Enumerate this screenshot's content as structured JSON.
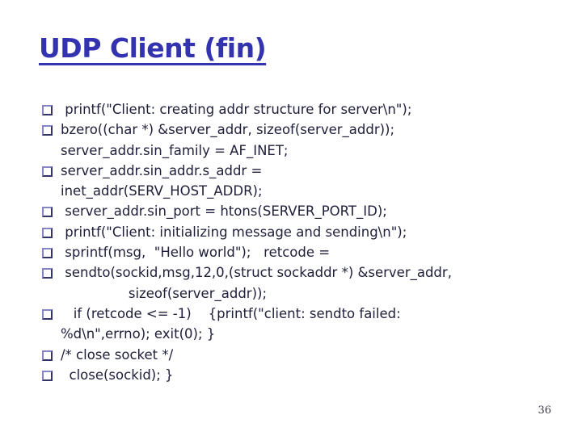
{
  "slide": {
    "title": "UDP Client (fin)",
    "page_number": "36",
    "colors": {
      "background": "#FFFFFF",
      "title_blue": "#3333B0",
      "body_text": "#20203C",
      "bullet_highlight": "#8585C6",
      "bullet_shadow": "#333366"
    },
    "bullet_icon": "square-outline-bullet",
    "bullets": [
      {
        "text": " printf(\"Client: creating addr structure for server\\n\");"
      },
      {
        "text": "bzero((char *) &server_addr, sizeof(server_addr));\nserver_addr.sin_family = AF_INET;"
      },
      {
        "text": "server_addr.sin_addr.s_addr =\ninet_addr(SERV_HOST_ADDR);"
      },
      {
        "text": " server_addr.sin_port = htons(SERVER_PORT_ID);"
      },
      {
        "text": " printf(\"Client: initializing message and sending\\n\");"
      },
      {
        "text": " sprintf(msg,  \"Hello world\");   retcode ="
      },
      {
        "text": " sendto(sockid,msg,12,0,(struct sockaddr *) &server_addr,\n                sizeof(server_addr));"
      },
      {
        "text": "   if (retcode <= -1)    {printf(\"client: sendto failed:\n%d\\n\",errno); exit(0); }"
      },
      {
        "text": "/* close socket */"
      },
      {
        "text": "  close(sockid); }"
      }
    ]
  }
}
